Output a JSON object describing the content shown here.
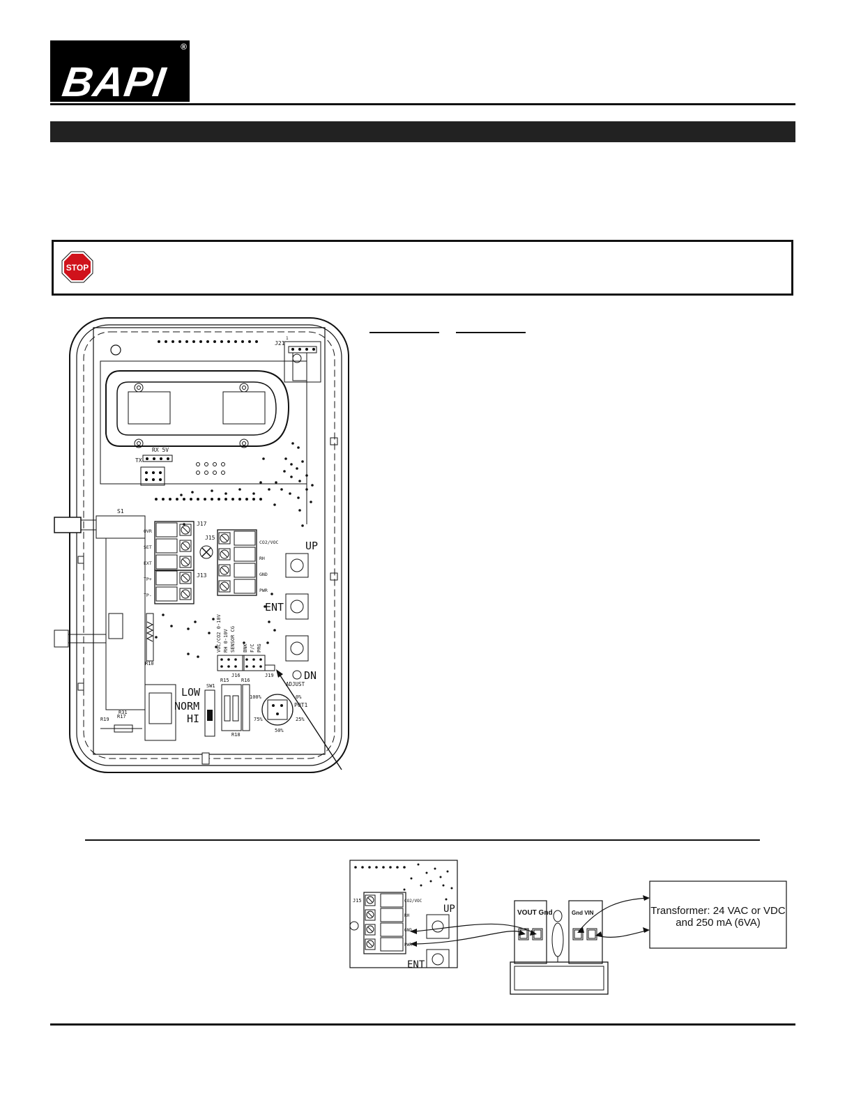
{
  "logo": {
    "brand": "BAPI",
    "registered_mark": "®"
  },
  "stop_icon": {
    "label": "STOP",
    "color": "#d0121b",
    "icon": "stop-sign-icon"
  },
  "device_diagram": {
    "header_j21": "J21",
    "rx_5v": "RX 5V",
    "tx": "TX",
    "s1": "S1",
    "j17": "J17",
    "j15": "J15",
    "j13": "J13",
    "j16": "J16",
    "j19": "J19",
    "left_terminals": [
      "OVR",
      "SET",
      "EXT",
      "TP+",
      "TP-"
    ],
    "right_terminals": [
      "CO2/VOC",
      "RH",
      "GND",
      "PWR"
    ],
    "buttons": {
      "up": "UP",
      "ent": "ENT",
      "dn": "DN",
      "adjust": "ADJUST"
    },
    "jumper_labels": [
      "VOC/CO2 0-10V",
      "RH 0-10V",
      "SENSOR CG",
      "BNK",
      "F/C",
      "PRG"
    ],
    "r10": "R10",
    "r31": "R31",
    "r19": "R19",
    "r17": "R17",
    "r15": "R15",
    "r16": "R16",
    "r18": "R18",
    "sw1": "SW1",
    "sw_positions": [
      "LOW",
      "NORM",
      "HI"
    ],
    "pot": {
      "name": "POT1",
      "marks": [
        "100%",
        "0%",
        "75%",
        "25%",
        "50%"
      ]
    }
  },
  "wiring_diagram": {
    "pcb_j15": "J15",
    "pcb_terms": [
      "CO2/VOC",
      "RH",
      "GND",
      "PWR"
    ],
    "pcb_up": "UP",
    "pcb_ent": "ENT",
    "module_left": "VOUT Gnd",
    "module_right": "Gnd VIN",
    "transformer": [
      "Transformer: 24 VAC or VDC",
      "and 250 mA (6VA)"
    ]
  }
}
